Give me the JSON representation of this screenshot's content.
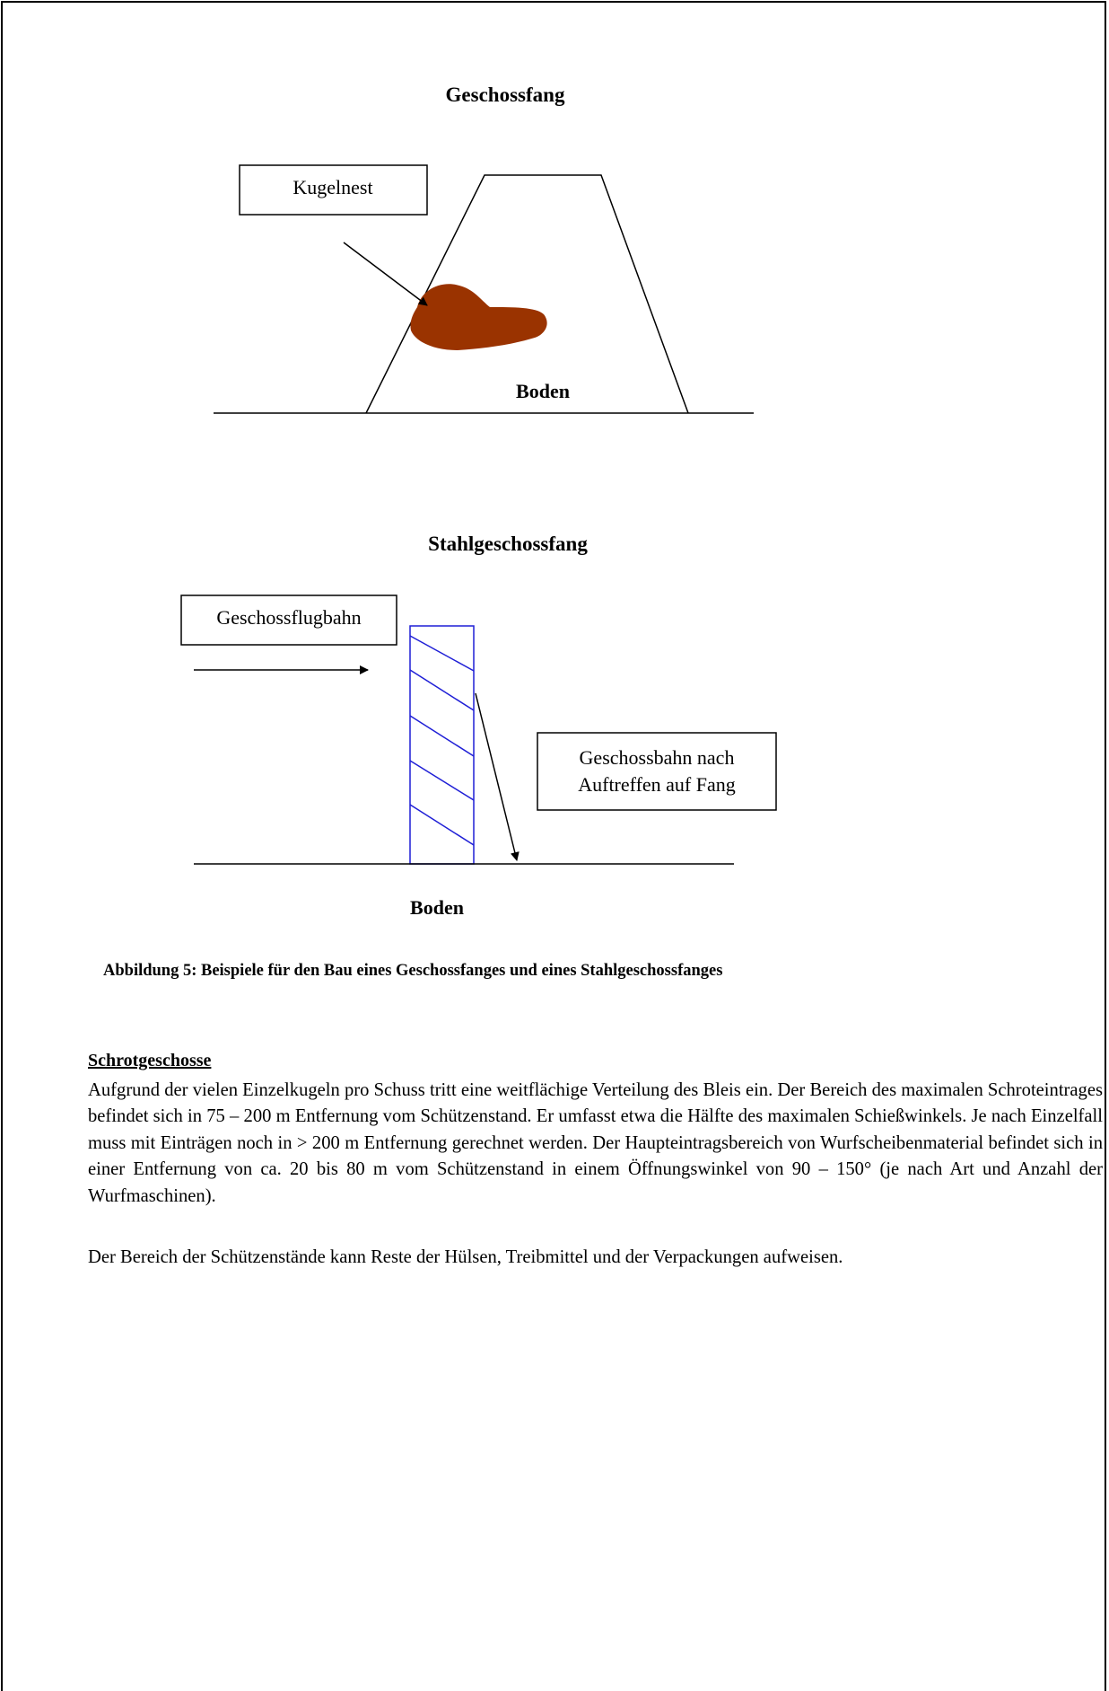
{
  "figure": {
    "diagram1": {
      "title": "Geschossfang",
      "label_box": "Kugelnest",
      "ground_label": "Boden",
      "nest_color": "#9a3300"
    },
    "diagram2": {
      "title": "Stahlgeschossfang",
      "label_box_left": "Geschossflugbahn",
      "label_box_right_line1": "Geschossbahn nach",
      "label_box_right_line2": "Auftreffen auf Fang",
      "ground_label": "Boden",
      "wall_color": "#1f1fd6"
    },
    "caption": "Abbildung 5: Beispiele für den Bau eines Geschossfanges und eines Stahlgeschossfanges"
  },
  "section": {
    "heading": "Schrotgeschosse",
    "paragraph1": "Aufgrund der vielen Einzelkugeln pro Schuss tritt eine weitflächige Verteilung des Bleis ein. Der Bereich des maximalen Schroteintrages befindet sich in 75 – 200 m Entfernung vom Schützenstand. Er umfasst etwa die Hälfte des maximalen Schießwinkels. Je nach Einzelfall muss mit Einträgen noch in > 200 m Entfernung gerechnet werden. Der Haupteintragsbereich von Wurfscheibenmaterial befindet sich in einer Entfernung von ca. 20 bis 80 m vom Schützenstand in einem Öffnungswinkel von 90 – 150° (je nach Art und Anzahl der Wurfmaschinen).",
    "paragraph2": "Der Bereich der Schützenstände kann Reste der Hülsen, Treibmittel und der Verpackungen aufweisen."
  }
}
